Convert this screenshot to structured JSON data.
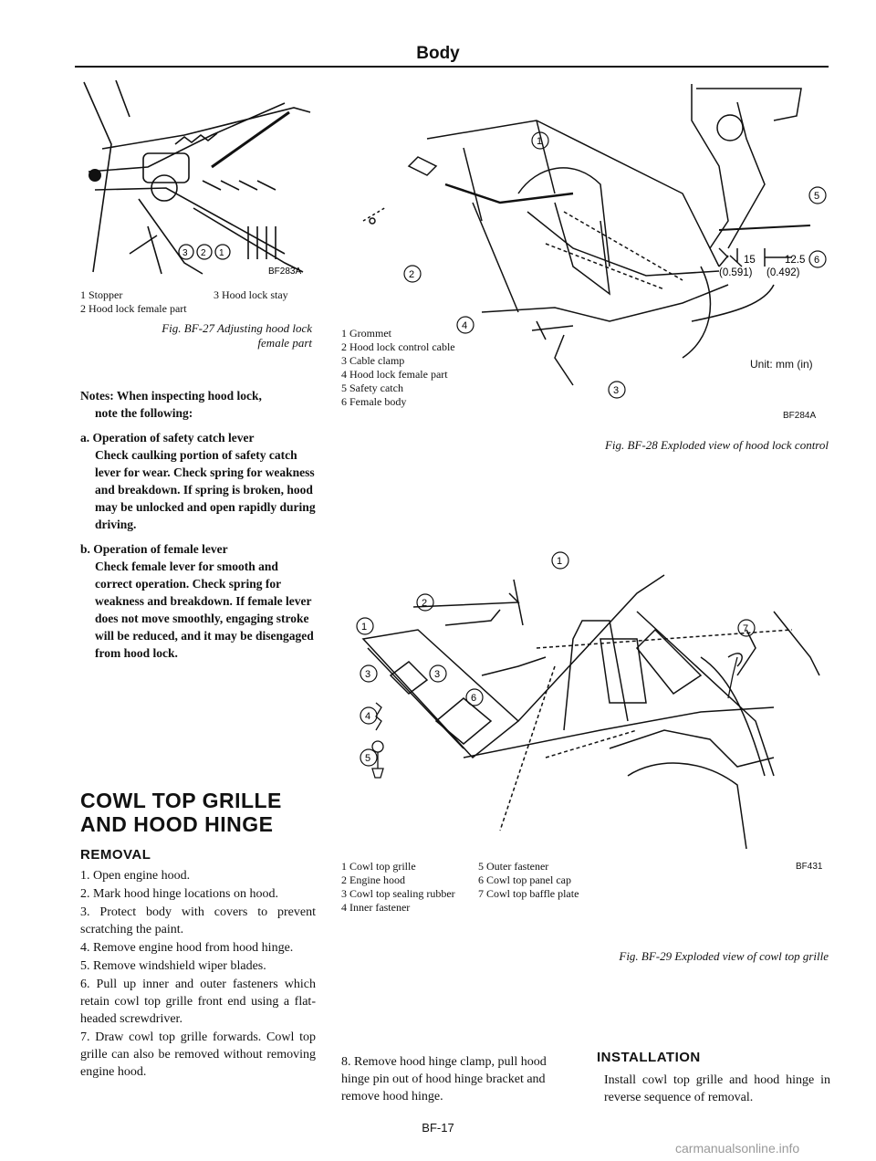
{
  "header": {
    "title": "Body"
  },
  "fig27": {
    "code": "BF283A",
    "legend_left": [
      "1  Stopper",
      "2  Hood lock female part"
    ],
    "legend_right": "3  Hood lock stay",
    "caption_line1": "Fig. BF-27 Adjusting hood lock",
    "caption_line2": "female part"
  },
  "notes": {
    "intro_line1": "Notes: When inspecting hood lock,",
    "intro_line2": "note the following:",
    "a_title": "a.  Operation of safety catch lever",
    "a_body": "Check caulking portion of safety catch lever for wear. Check spring for weakness and breakdown. If spring is broken, hood may be unlocked and open rapidly during driving.",
    "b_title": "b.  Operation of female lever",
    "b_body": "Check female lever for smooth and correct operation. Check spring for weakness and breakdown. If female lever does not move smoothly, engaging stroke will be reduced, and it may be disengaged from hood lock."
  },
  "fig28": {
    "legend": [
      "1  Grommet",
      "2  Hood lock control cable",
      "3  Cable clamp",
      "4  Hood lock female part",
      "5  Safety catch",
      "6  Female body"
    ],
    "dim_15": "15",
    "dim_15_in": "(0.591)",
    "dim_125": "12.5",
    "dim_125_in": "(0.492)",
    "unit": "Unit:  mm (in)",
    "code": "BF284A",
    "caption": "Fig. BF-28 Exploded view of hood lock control"
  },
  "section": {
    "title_line1": "COWL TOP GRILLE",
    "title_line2": "AND HOOD HINGE",
    "removal_title": "REMOVAL",
    "steps": [
      "1.  Open engine hood.",
      "2.  Mark hood hinge locations on hood.",
      "3.  Protect body with covers to prevent scratching the paint.",
      "4.  Remove engine hood from hood hinge.",
      "5.  Remove windshield wiper blades.",
      "6.  Pull up inner and outer fasteners which retain cowl top grille front end using a flat-headed screwdriver.",
      "7.  Draw cowl top grille forwards. Cowl top grille can also be removed without removing engine hood."
    ],
    "step8": "8.  Remove hood hinge clamp, pull hood hinge pin out of hood hinge bracket and remove hood hinge.",
    "installation_title": "INSTALLATION",
    "installation_body": "Install cowl top grille and hood hinge in reverse sequence of removal."
  },
  "fig29": {
    "legend_left": [
      "1  Cowl top grille",
      "2  Engine hood",
      "3  Cowl top sealing rubber",
      "4  Inner fastener"
    ],
    "legend_right": [
      "5  Outer fastener",
      "6  Cowl top panel cap",
      "7  Cowl top baffle plate"
    ],
    "code": "BF431",
    "caption": "Fig. BF-29 Exploded view of cowl top grille"
  },
  "callouts": {
    "n1": "1",
    "n2": "2",
    "n3": "3",
    "n4": "4",
    "n5": "5",
    "n6": "6",
    "n7": "7"
  },
  "footer": {
    "page": "BF-17",
    "watermark": "carmanualsonline.info"
  }
}
